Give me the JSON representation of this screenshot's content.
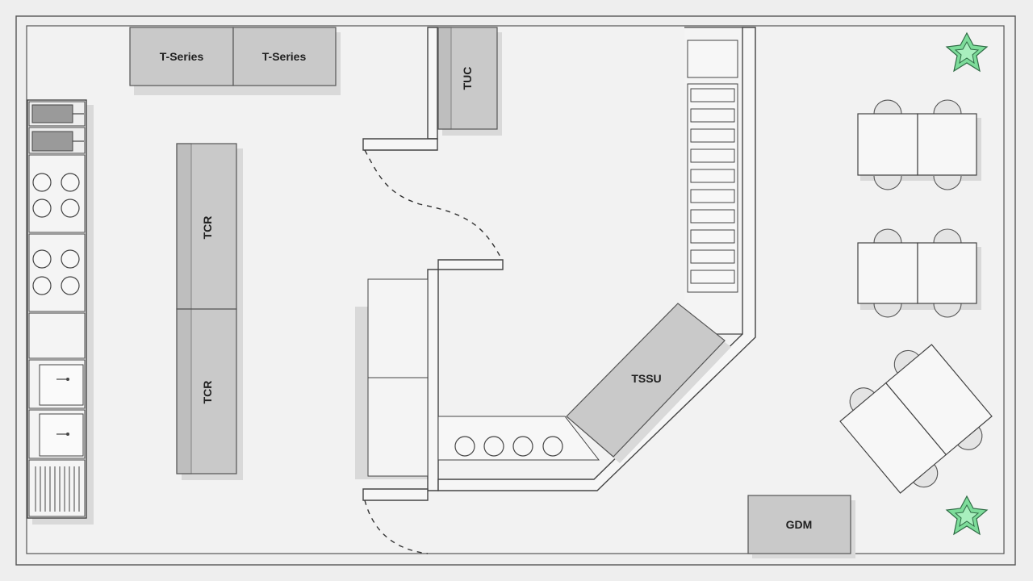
{
  "plan": {
    "labels": {
      "t_series_1": "T-Series",
      "t_series_2": "T-Series",
      "tuc": "TUC",
      "tcr_1": "TCR",
      "tcr_2": "TCR",
      "tssu": "TSSU",
      "gdm": "GDM"
    },
    "colors": {
      "background": "#eeeeee",
      "equipment": "#c9c9c9",
      "plant": "#7ddc9a"
    }
  }
}
